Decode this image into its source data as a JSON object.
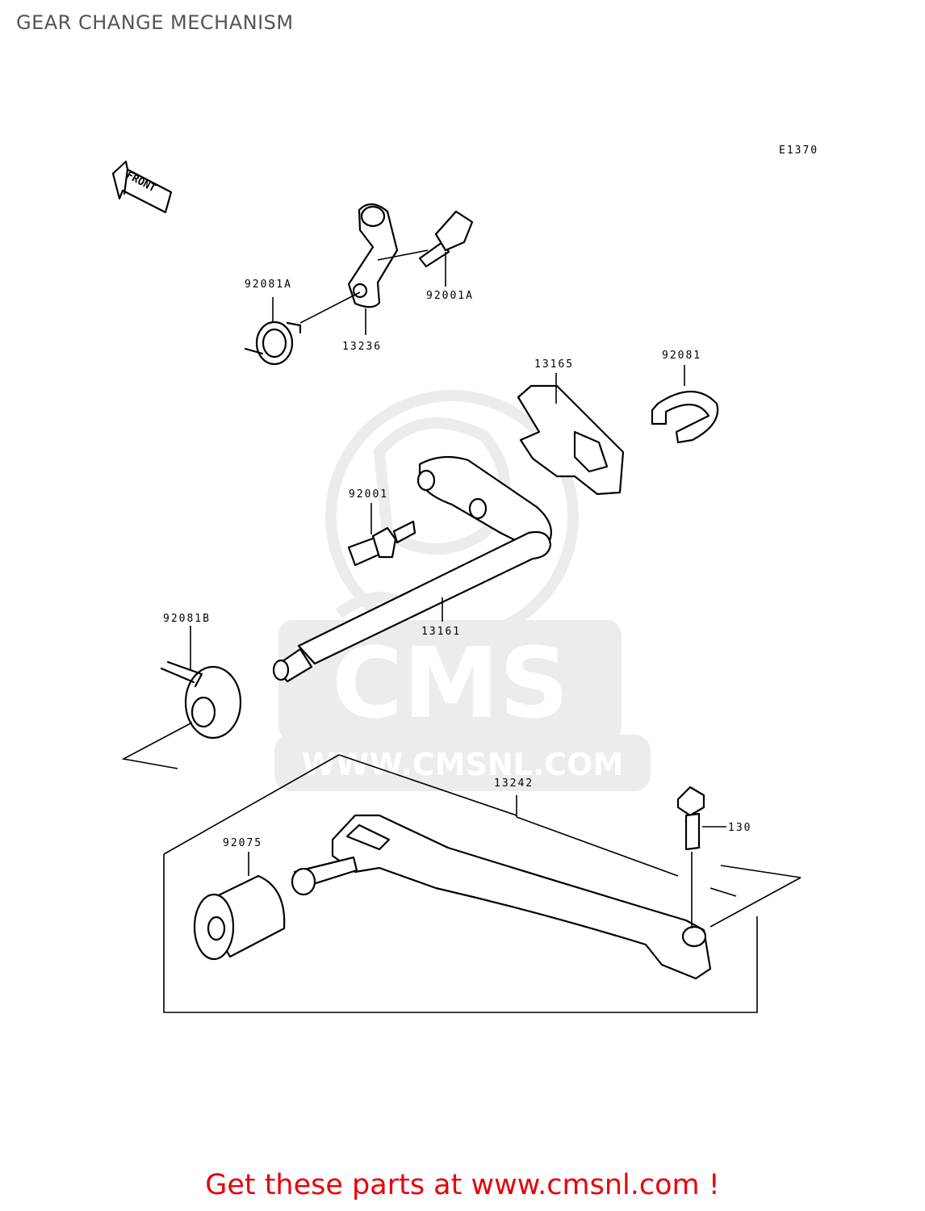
{
  "title": "GEAR CHANGE MECHANISM",
  "diagram_code": "E1370",
  "front_label": "FRONT",
  "parts": {
    "p92081A": "92081A",
    "p92001A": "92001A",
    "p13236": "13236",
    "p13165": "13165",
    "p92081": "92081",
    "p92001": "92001",
    "p13161": "13161",
    "p92081B": "92081B",
    "p13242": "13242",
    "p92075": "92075",
    "p130": "130"
  },
  "watermark": {
    "brand": "CMS",
    "url": "WWW.CMSNL.COM"
  },
  "footer_text": "Get these parts at www.cmsnl.com !",
  "colors": {
    "footer": "#e8000b",
    "title": "#555555",
    "watermark": "#ececec"
  }
}
